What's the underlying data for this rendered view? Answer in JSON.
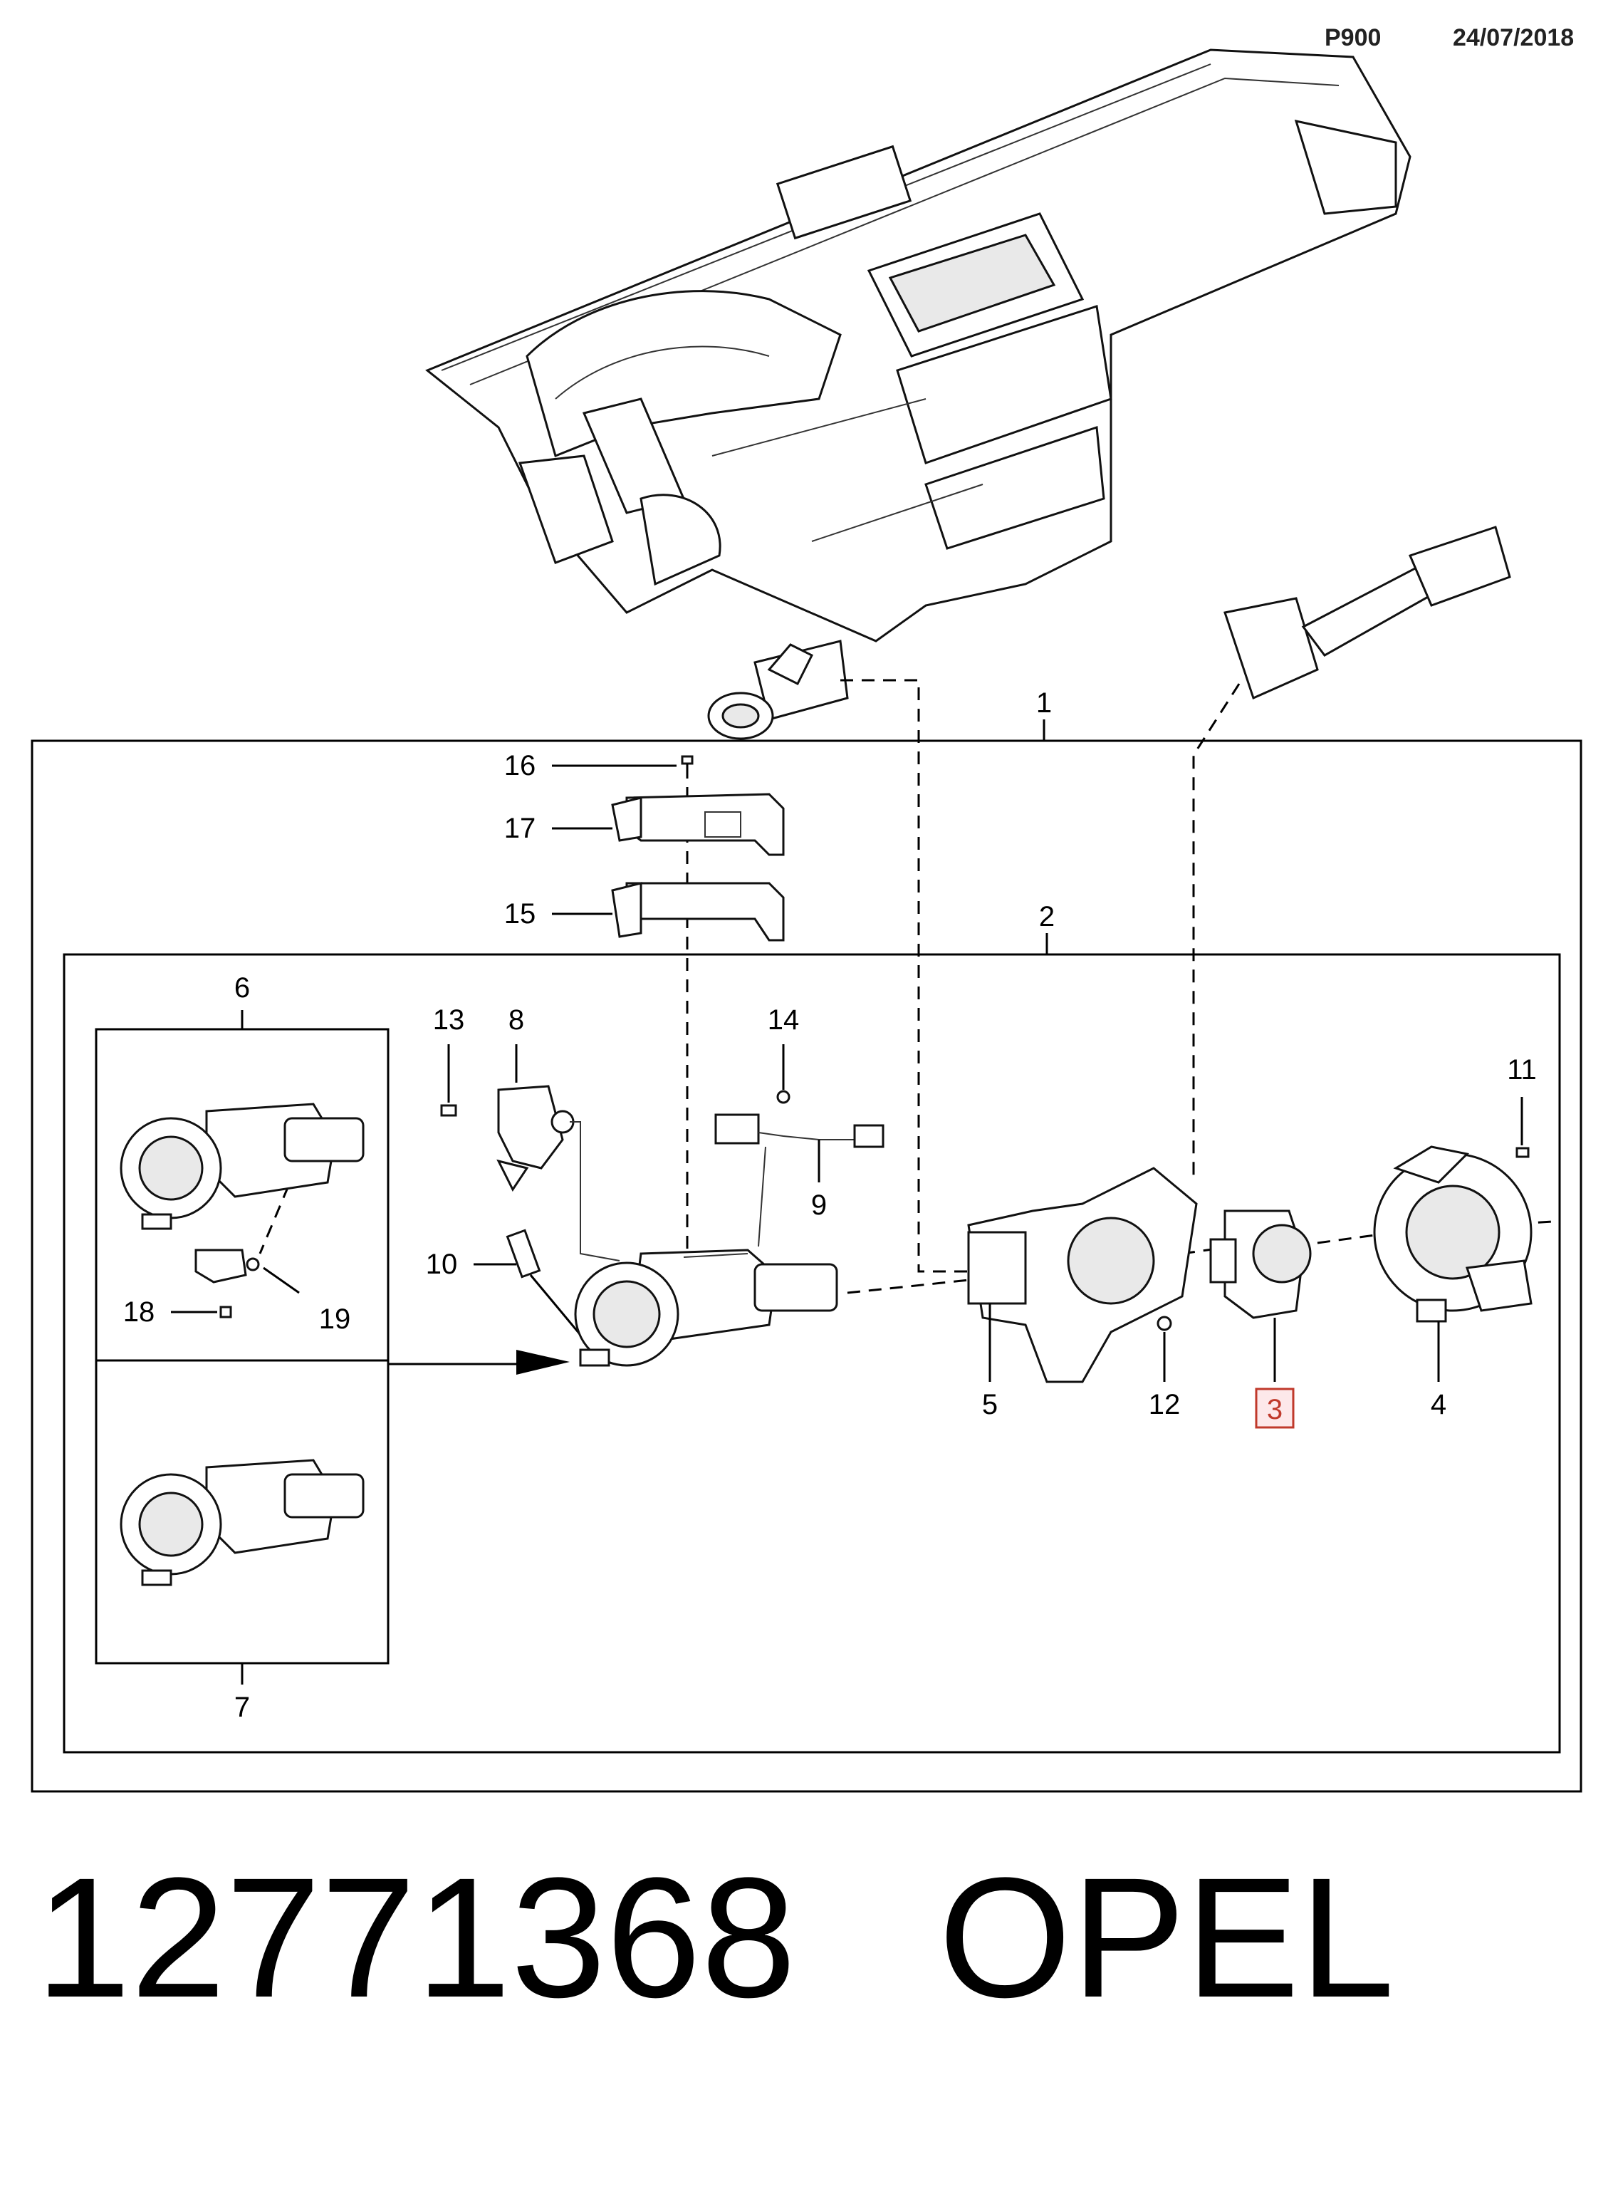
{
  "header": {
    "code": "P900",
    "date": "24/07/2018"
  },
  "callouts": {
    "c1": "1",
    "c2": "2",
    "c3": "3",
    "c4": "4",
    "c5": "5",
    "c6": "6",
    "c7": "7",
    "c8": "8",
    "c9": "9",
    "c10": "10",
    "c11": "11",
    "c12": "12",
    "c13": "13",
    "c14": "14",
    "c15": "15",
    "c16": "16",
    "c17": "17",
    "c18": "18",
    "c19": "19"
  },
  "highlight": {
    "callout": "3",
    "color": "#c0392b",
    "fill": "#fde8ea"
  },
  "footer": {
    "part_number": "12771368",
    "brand": "OPEL"
  }
}
